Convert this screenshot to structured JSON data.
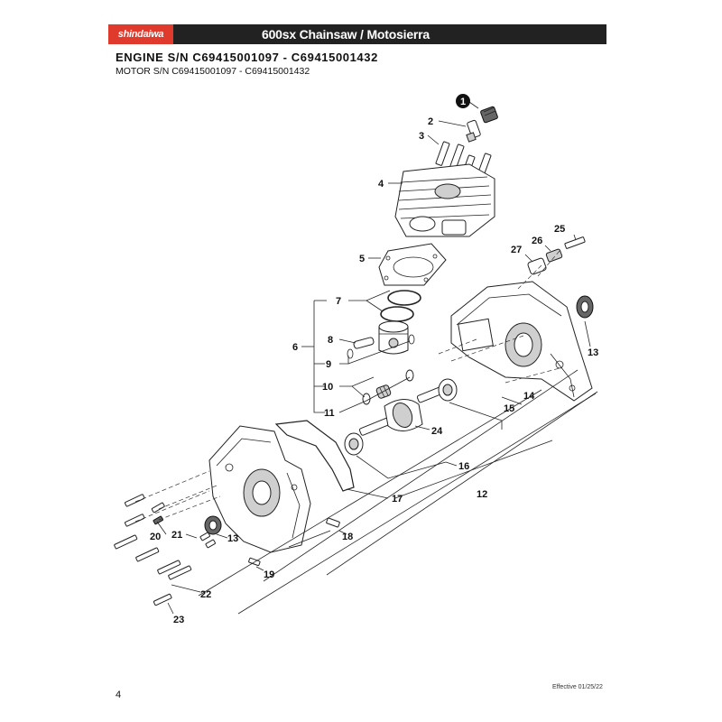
{
  "header": {
    "brand": "shindaiwa",
    "title": "600sx Chainsaw / Motosierra"
  },
  "engine_sn": "ENGINE S/N C69415001097 - C69415001432",
  "motor_sn": "MOTOR S/N C69415001097 - C69415001432",
  "page_number": "4",
  "effective": "Effective 01/25/22",
  "callouts": {
    "c1": "1",
    "c2": "2",
    "c3": "3",
    "c4": "4",
    "c5": "5",
    "c6": "6",
    "c7": "7",
    "c8": "8",
    "c9": "9",
    "c10": "10",
    "c11": "11",
    "c12": "12",
    "c13a": "13",
    "c13b": "13",
    "c14": "14",
    "c15": "15",
    "c16": "16",
    "c17": "17",
    "c18": "18",
    "c19": "19",
    "c20": "20",
    "c21": "21",
    "c22": "22",
    "c23": "23",
    "c24": "24",
    "c25": "25",
    "c26": "26",
    "c27": "27"
  }
}
